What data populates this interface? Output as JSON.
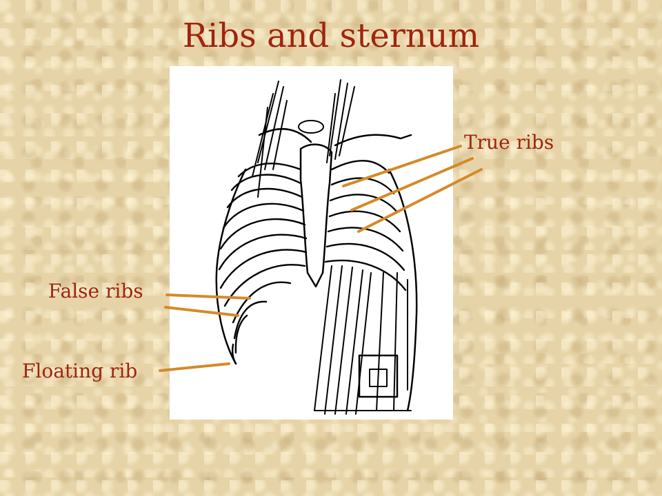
{
  "slide": {
    "title": "Ribs and sternum"
  },
  "labels": {
    "true_ribs": "True ribs",
    "false_ribs": "False ribs",
    "floating_rib": "Floating rib"
  },
  "colors": {
    "title": "#a02410",
    "label_text": "#a02410",
    "leader_line": "#d48a2a",
    "background": "#e6d4a8"
  }
}
